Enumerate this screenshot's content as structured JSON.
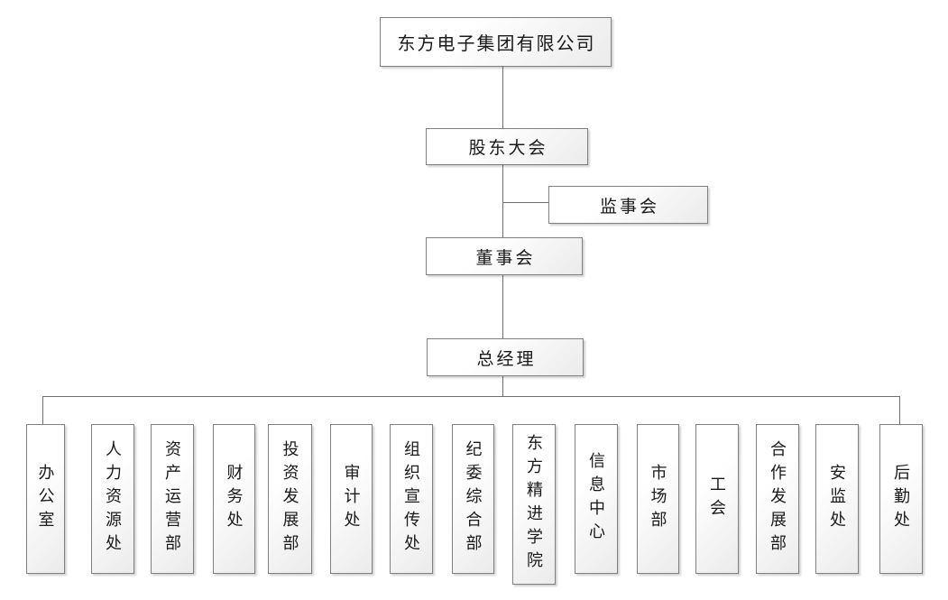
{
  "org": {
    "company": "东方电子集团有限公司",
    "shareholders_meeting": "股东大会",
    "supervisory_board": "监事会",
    "board_of_directors": "董事会",
    "general_manager": "总经理",
    "departments": [
      "办公室",
      "人力资源处",
      "资产运营部",
      "财务处",
      "投资发展部",
      "审计处",
      "组织宣传处",
      "纪委综合部",
      "东方精进学院",
      "信息中心",
      "市场部",
      "工会",
      "合作发展部",
      "安监处",
      "后勤处"
    ]
  },
  "style": {
    "canvas-bg": "#ffffff",
    "node-fill-start": "#ffffff",
    "node-fill-end": "#ebebeb",
    "node-border": "#808080",
    "line-color": "#6e6e6e",
    "text-color": "#1a1a1a"
  }
}
